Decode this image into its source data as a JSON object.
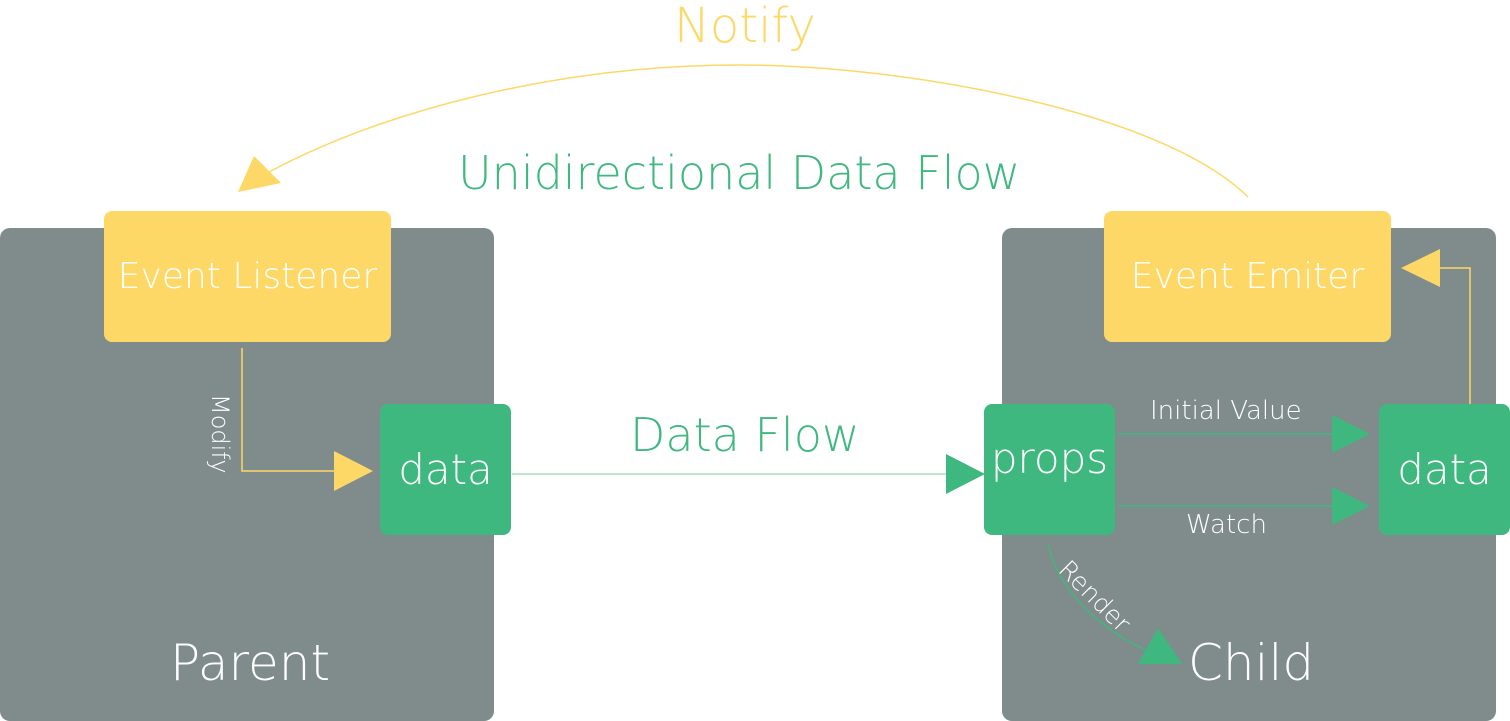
{
  "colors": {
    "panel": "#7f8c8b",
    "yellow": "#fdd867",
    "green": "#3fb87f",
    "light_green": "#a8dcc4",
    "text_on_box": "#ffffff"
  },
  "top": {
    "notify": "Notify",
    "unidirectional": "Unidirectional Data Flow"
  },
  "parent": {
    "title": "Parent",
    "event_listener": "Event Listener",
    "modify": "Modify",
    "data": "data"
  },
  "middle": {
    "data_flow": "Data Flow"
  },
  "child": {
    "title": "Child",
    "event_emitter": "Event Emiter",
    "props": "props",
    "data": "data",
    "initial_value": "Initial Value",
    "watch": "Watch",
    "render": "Render"
  }
}
